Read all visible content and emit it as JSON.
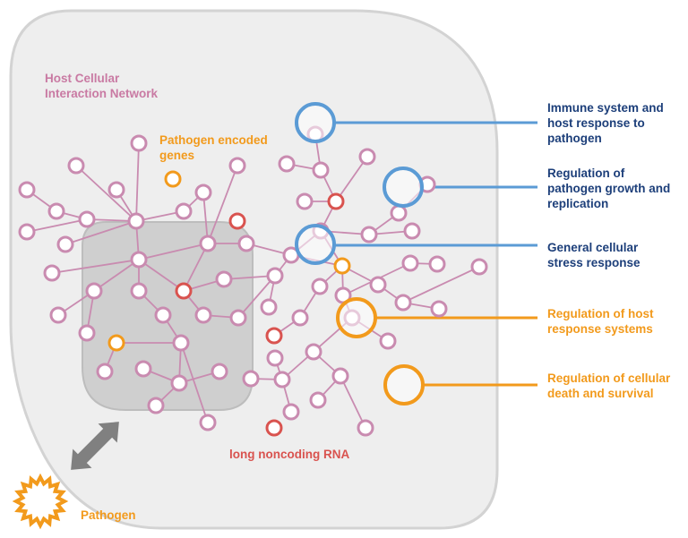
{
  "labels": {
    "network_title": "Host Cellular\nInteraction Network",
    "pathogen_genes": "Pathogen encoded\ngenes",
    "lncrna": "long noncoding RNA",
    "pathogen": "Pathogen"
  },
  "categories": [
    {
      "text": "Immune system and\nhost response to\npathogen",
      "color": "#5b9bd5"
    },
    {
      "text": "Regulation of\npathogen growth and\nreplication",
      "color": "#5b9bd5"
    },
    {
      "text": "General cellular\nstress response",
      "color": "#5b9bd5"
    },
    {
      "text": "Regulation of host\nresponse systems",
      "color": "#f29a1c"
    },
    {
      "text": "Regulation of cellular\ndeath and survival",
      "color": "#f29a1c"
    }
  ],
  "colors": {
    "gene_node": "#c98bb0",
    "pathogen_gene": "#f29a1c",
    "lncrna_node": "#d9534f",
    "cell_fill": "#eeeeee",
    "nucleus_fill": "#cfcfcf",
    "arrow": "#808080"
  }
}
